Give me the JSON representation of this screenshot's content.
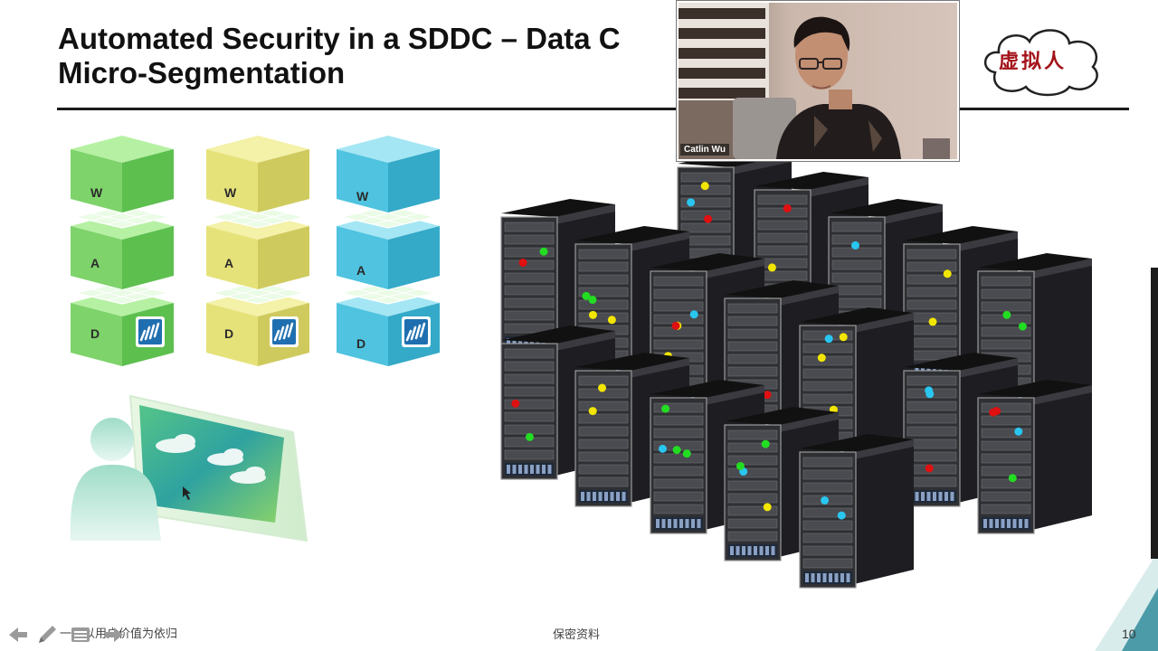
{
  "slide": {
    "title_line1": "Automated Security in a SDDC – Data C",
    "title_line2": "Micro-Segmentation",
    "logo_text": "虚拟人",
    "footer_left": "一切以用户价值为依归",
    "footer_center": "保密资料",
    "page_number": "10"
  },
  "webcam": {
    "participant_name": "Catlin Wu"
  },
  "stacks": [
    {
      "color": "green",
      "labels": [
        "W",
        "A",
        "D"
      ]
    },
    {
      "color": "yellow",
      "labels": [
        "W",
        "A",
        "D"
      ]
    },
    {
      "color": "blue",
      "labels": [
        "W",
        "A",
        "D"
      ]
    }
  ],
  "colors": {
    "title_text": "#111111",
    "logo_red": "#a31219",
    "green_block": "#7ed36b",
    "yellow_block": "#e6e27a",
    "blue_block": "#4fc3df",
    "rack_dark": "#2a2a2e",
    "led_green": "#22dd22",
    "led_yellow": "#f2e600",
    "led_cyan": "#29c6f0",
    "led_red": "#e01010"
  },
  "icons": [
    "prev-arrow-icon",
    "pen-icon",
    "menu-icon",
    "next-arrow-icon"
  ]
}
